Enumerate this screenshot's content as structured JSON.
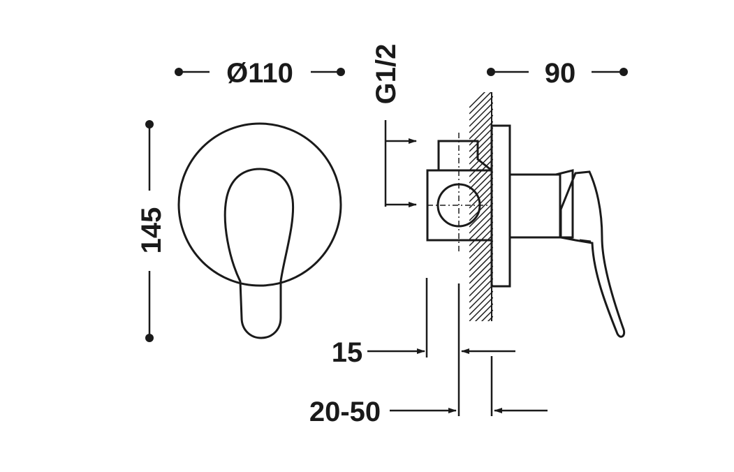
{
  "dimensions": {
    "diameter": "Ø110",
    "height": "145",
    "depth": "90",
    "thread": "G1/2",
    "cover_offset": "15",
    "wall_range": "20-50"
  }
}
